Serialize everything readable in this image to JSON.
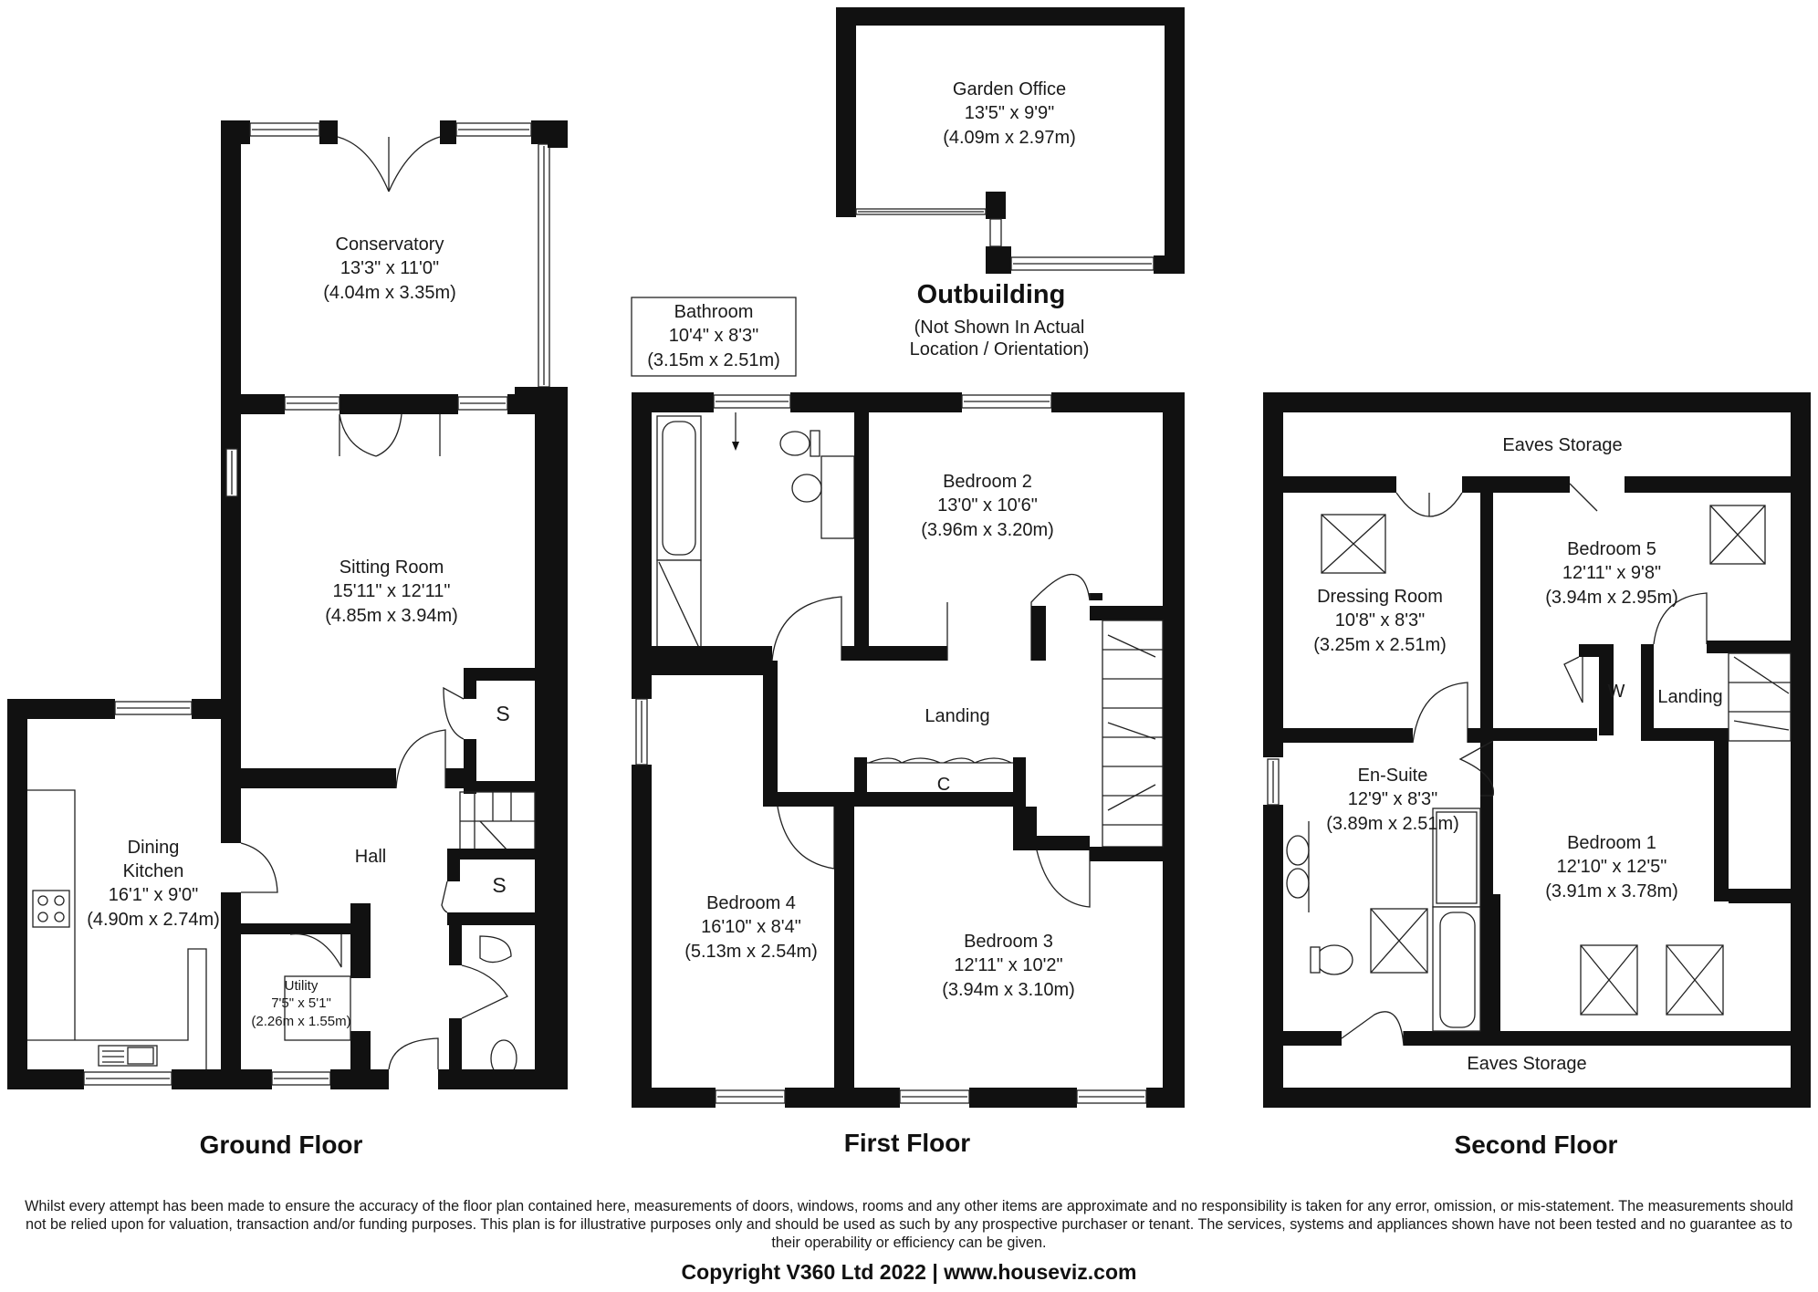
{
  "floors": {
    "ground": {
      "title": "Ground Floor",
      "conservatory": {
        "name": "Conservatory",
        "imperial": "13'3\" x 11'0\"",
        "metric": "(4.04m x 3.35m)"
      },
      "sitting_room": {
        "name": "Sitting Room",
        "imperial": "15'11\" x 12'11\"",
        "metric": "(4.85m x 3.94m)"
      },
      "dining_kitchen": {
        "name_line1": "Dining",
        "name_line2": "Kitchen",
        "imperial": "16'1\" x 9'0\"",
        "metric": "(4.90m x 2.74m)"
      },
      "hall": {
        "name": "Hall"
      },
      "utility": {
        "name": "Utility",
        "imperial": "7'5\" x 5'1\"",
        "metric": "(2.26m x 1.55m)"
      },
      "store_1": "S",
      "store_2": "S"
    },
    "first": {
      "title": "First Floor",
      "bathroom": {
        "name": "Bathroom",
        "imperial": "10'4\" x 8'3\"",
        "metric": "(3.15m x 2.51m)"
      },
      "bedroom_2": {
        "name": "Bedroom 2",
        "imperial": "13'0\" x 10'6\"",
        "metric": "(3.96m x 3.20m)"
      },
      "landing": {
        "name": "Landing"
      },
      "cupboard": "C",
      "bedroom_4": {
        "name": "Bedroom 4",
        "imperial": "16'10\" x 8'4\"",
        "metric": "(5.13m x 2.54m)"
      },
      "bedroom_3": {
        "name": "Bedroom 3",
        "imperial": "12'11\" x 10'2\"",
        "metric": "(3.94m x 3.10m)"
      }
    },
    "second": {
      "title": "Second Floor",
      "eaves_top": "Eaves Storage",
      "eaves_bottom": "Eaves Storage",
      "dressing_room": {
        "name": "Dressing Room",
        "imperial": "10'8\" x 8'3\"",
        "metric": "(3.25m x 2.51m)"
      },
      "bedroom_5": {
        "name": "Bedroom 5",
        "imperial": "12'11\" x 9'8\"",
        "metric": "(3.94m x 2.95m)"
      },
      "wardrobe": "W",
      "landing": {
        "name": "Landing"
      },
      "en_suite": {
        "name": "En-Suite",
        "imperial": "12'9\" x 8'3\"",
        "metric": "(3.89m x 2.51m)"
      },
      "bedroom_1": {
        "name": "Bedroom 1",
        "imperial": "12'10\" x 12'5\"",
        "metric": "(3.91m x 3.78m)"
      }
    },
    "outbuilding": {
      "title": "Outbuilding",
      "note_line1": "(Not Shown In Actual",
      "note_line2": "Location / Orientation)",
      "garden_office": {
        "name": "Garden Office",
        "imperial": "13'5\" x 9'9\"",
        "metric": "(4.09m x 2.97m)"
      }
    }
  },
  "disclaimer": "Whilst every attempt has been made to ensure the accuracy of the floor plan contained here, measurements of doors, windows, rooms and any other items are approximate and no responsibility is taken for any error, omission, or mis-statement. The measurements should not be relied upon for valuation, transaction and/or funding purposes. This plan is for illustrative purposes only and should be used as such by any prospective purchaser or tenant. The services, systems and appliances shown have not been tested and no guarantee as to their operability or efficiency can be given.",
  "copyright": "Copyright V360 Ltd 2022 | www.houseviz.com"
}
